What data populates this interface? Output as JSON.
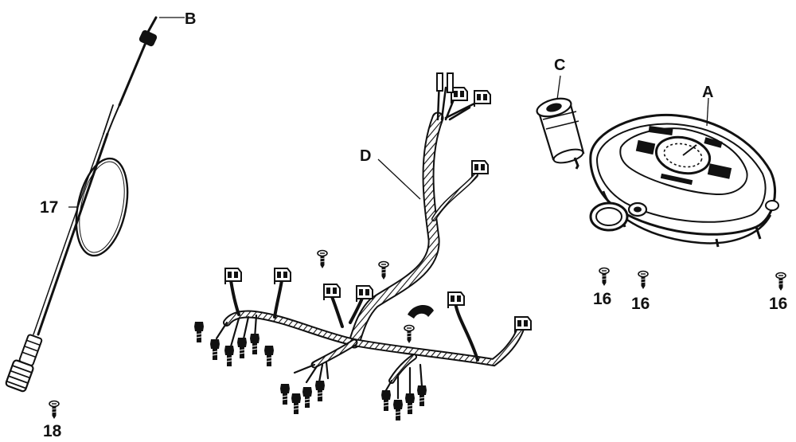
{
  "callouts": {
    "A": "A",
    "B": "B",
    "C": "C",
    "D": "D",
    "p16a": "16",
    "p16b": "16",
    "p16c": "16",
    "p17": "17",
    "p18": "18"
  },
  "icons": {
    "cable": "speedometer-cable-icon",
    "harness": "wire-harness-icon",
    "meter": "meter-assembly-icon",
    "ignition": "ignition-switch-icon",
    "screw": "screw-icon"
  },
  "colors": {
    "ink": "#111111",
    "paper": "#ffffff"
  }
}
